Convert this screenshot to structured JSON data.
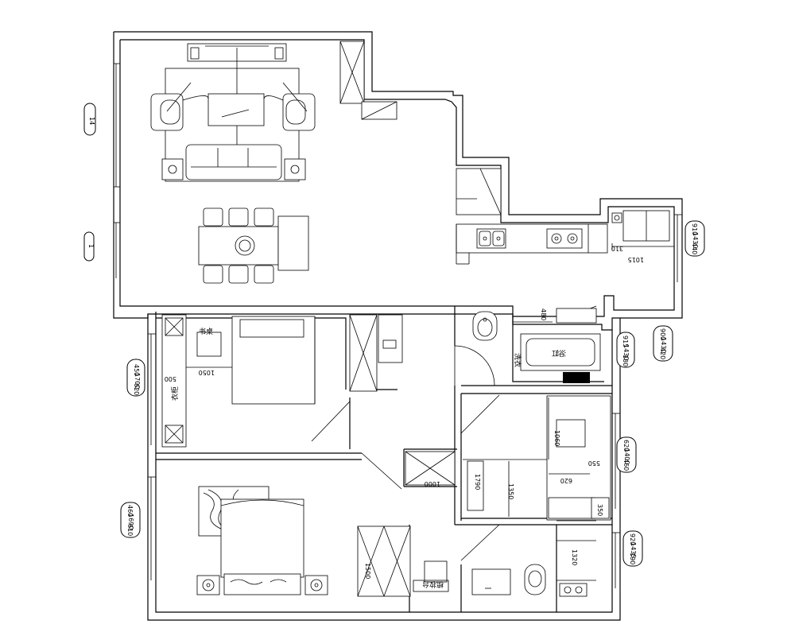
{
  "labels": {
    "desk": "书桌",
    "wardrobe": "衣柜",
    "bathtub": "浴缸",
    "washer": "洗衣",
    "dresser": "梳妆台"
  },
  "dims": {
    "d1015": "1015",
    "d310": "310",
    "d480": "480",
    "d1050": "1050",
    "d500": "500",
    "d1060": "1060",
    "d550": "550",
    "d620": "620",
    "d1790": "1790",
    "d1350": "1350",
    "d350": "350",
    "d1000": "1000",
    "d1320": "1320",
    "d1500": "1500"
  },
  "ovals": {
    "left_a": [
      "450",
      "1700",
      "620"
    ],
    "left_b": [
      "460",
      "1690",
      "610"
    ],
    "left_top": "14",
    "left_mid": "1",
    "right_a": [
      "910",
      "1430",
      "440"
    ],
    "right_b": [
      "915",
      "1430",
      "180"
    ],
    "right_c": [
      "900",
      "1430",
      "420"
    ],
    "right_d": [
      "620",
      "1400",
      "460"
    ],
    "right_e": [
      "920",
      "1435",
      "190"
    ]
  }
}
